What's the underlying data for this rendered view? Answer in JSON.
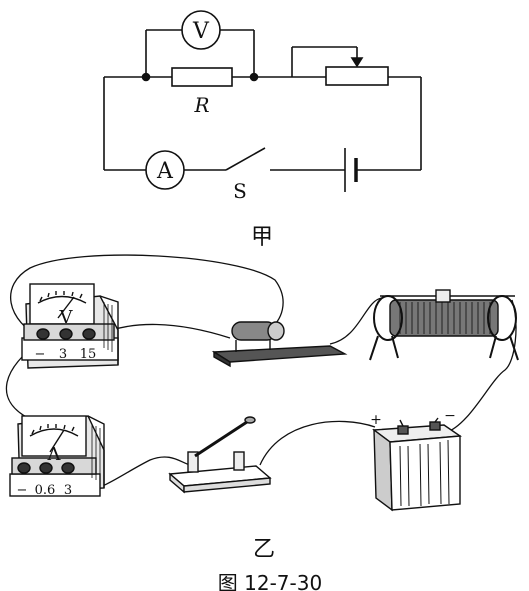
{
  "diagram": {
    "circuit": {
      "voltmeter_symbol": "V",
      "resistor_label": "R",
      "ammeter_symbol": "A",
      "switch_label": "S",
      "caption": "甲"
    },
    "physical": {
      "voltmeter_symbol": "V",
      "voltmeter_terminals": [
        "−",
        "3",
        "15"
      ],
      "ammeter_symbol": "A",
      "ammeter_terminals": [
        "−",
        "0.6",
        "3"
      ],
      "battery_plus": "+",
      "battery_minus": "−",
      "caption": "乙"
    },
    "figure_caption": "图 12-7-30"
  }
}
